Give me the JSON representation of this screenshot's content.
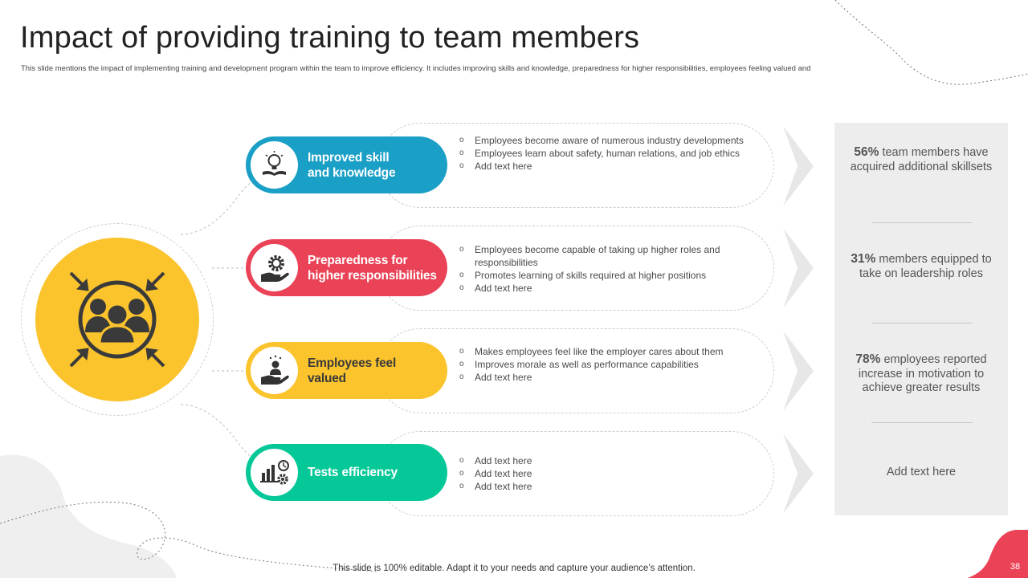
{
  "title": "Impact of providing training to team members",
  "subtitle": "This slide mentions the impact of implementing  training and development program within the team to improve efficiency. It includes improving skills and knowledge, preparedness for higher responsibilities, employees feeling valued and",
  "hub": {
    "icon": "team-target-icon"
  },
  "colors": {
    "blue": "#1a9fc6",
    "red": "#ea4256",
    "yellow": "#fbc32c",
    "green": "#05c898",
    "panel": "#ededed",
    "accent_blob": "#ea4256"
  },
  "rows": [
    {
      "label": "Improved skill\nand knowledge",
      "icon": "lightbulb-book-icon",
      "bullets": [
        "Employees become aware of numerous industry developments",
        "Employees learn about safety, human relations, and job ethics",
        "Add text here"
      ],
      "stat": {
        "value": "56%",
        "text": "team members have acquired additional skillsets"
      }
    },
    {
      "label": "Preparedness for\nhigher responsibilities",
      "icon": "gear-hand-icon",
      "bullets": [
        "Employees become capable of taking up higher roles and responsibilities",
        "Promotes learning of skills required at higher positions",
        "Add text here"
      ],
      "stat": {
        "value": "31%",
        "text": "members equipped to take on leadership roles"
      }
    },
    {
      "label": "Employees feel\nvalued",
      "icon": "person-hand-icon",
      "bullets": [
        "Makes employees feel like the employer cares about them",
        "Improves  morale as well as performance  capabilities",
        "Add text here"
      ],
      "stat": {
        "value": "78%",
        "text": "employees reported increase in motivation to achieve greater results"
      }
    },
    {
      "label": "Tests efficiency",
      "icon": "chart-gear-clock-icon",
      "bullets": [
        "Add text here",
        "Add text here",
        "Add text here"
      ],
      "stat": {
        "value": "",
        "text": "Add text here"
      }
    }
  ],
  "footer": "This slide is 100% editable. Adapt it to your needs and capture your audience’s attention.",
  "page_number": "38"
}
